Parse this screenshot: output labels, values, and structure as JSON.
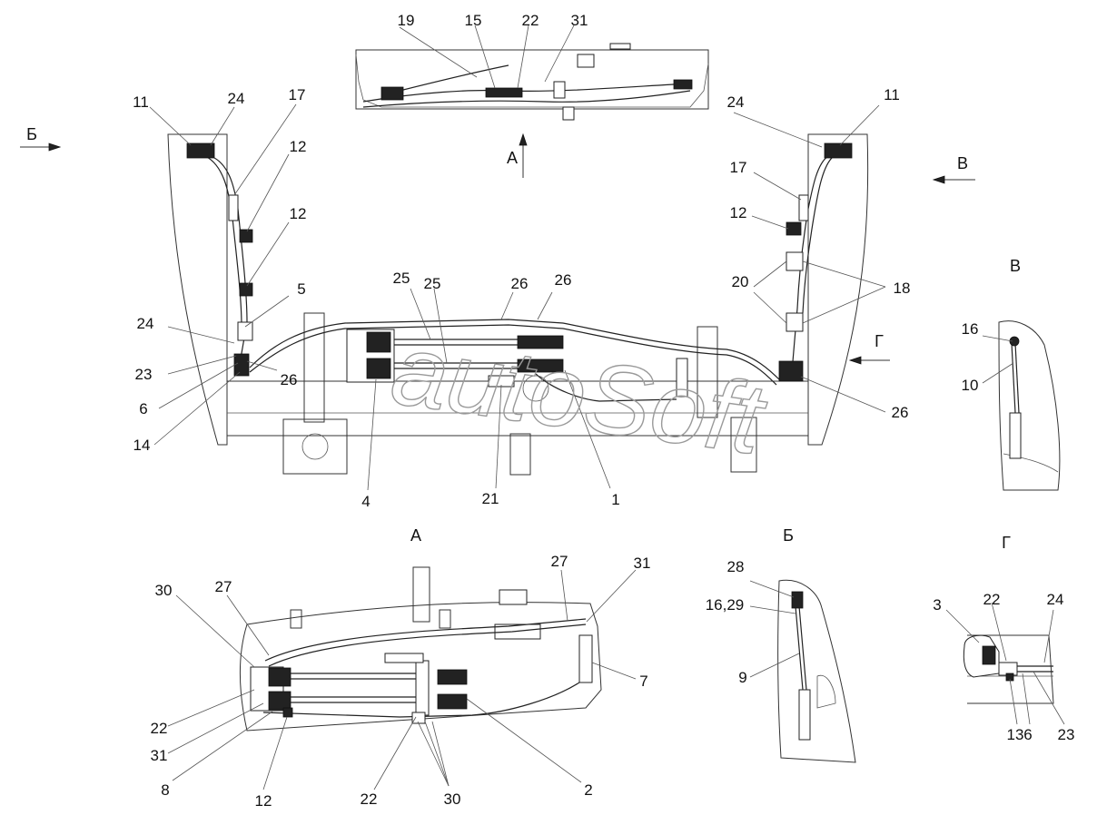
{
  "watermark": "autoSoft",
  "views": {
    "A_title": "А",
    "B_title": "Б",
    "V_title": "В",
    "G_title": "Г",
    "arrow_A": "А",
    "arrow_B": "Б",
    "arrow_V": "В",
    "arrow_G": "Г"
  },
  "callouts_main": [
    "19",
    "15",
    "22",
    "31",
    "11",
    "24",
    "17",
    "12",
    "12",
    "5",
    "24",
    "23",
    "6",
    "14",
    "26",
    "25",
    "25",
    "26",
    "26",
    "4",
    "21",
    "1",
    "24",
    "11",
    "17",
    "12",
    "20",
    "18",
    "26"
  ],
  "callouts_A": [
    "30",
    "27",
    "27",
    "31",
    "22",
    "31",
    "8",
    "12",
    "22",
    "30",
    "2",
    "7"
  ],
  "callouts_B": [
    "28",
    "16,29",
    "9"
  ],
  "callouts_V": [
    "16",
    "10"
  ],
  "callouts_G": [
    "3",
    "22",
    "24",
    "13",
    "6",
    "23"
  ]
}
